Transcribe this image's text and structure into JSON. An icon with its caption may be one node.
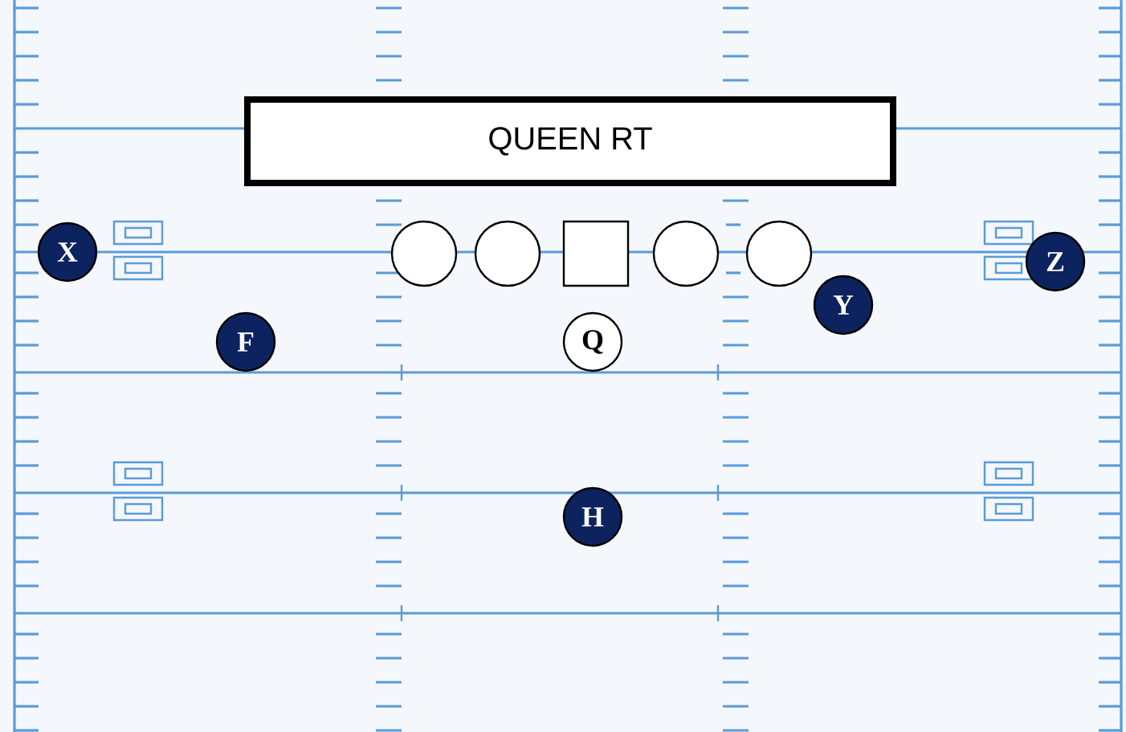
{
  "diagram": {
    "title": "QUEEN RT",
    "nodes": [
      {
        "text": [
          "X"
        ]
      },
      {
        "text": [],
        "shape": "circle"
      },
      {
        "text": [],
        "shape": "circle"
      },
      {
        "text": [],
        "shape": "box"
      },
      {
        "text": [],
        "shape": "circle"
      },
      {
        "text": [],
        "shape": "circle"
      },
      {
        "text": [
          "Z"
        ]
      },
      {
        "text": [
          "Y"
        ]
      },
      {
        "text": [
          "F"
        ]
      },
      {
        "text": [
          "Q"
        ]
      },
      {
        "text": [
          "H"
        ]
      }
    ]
  }
}
